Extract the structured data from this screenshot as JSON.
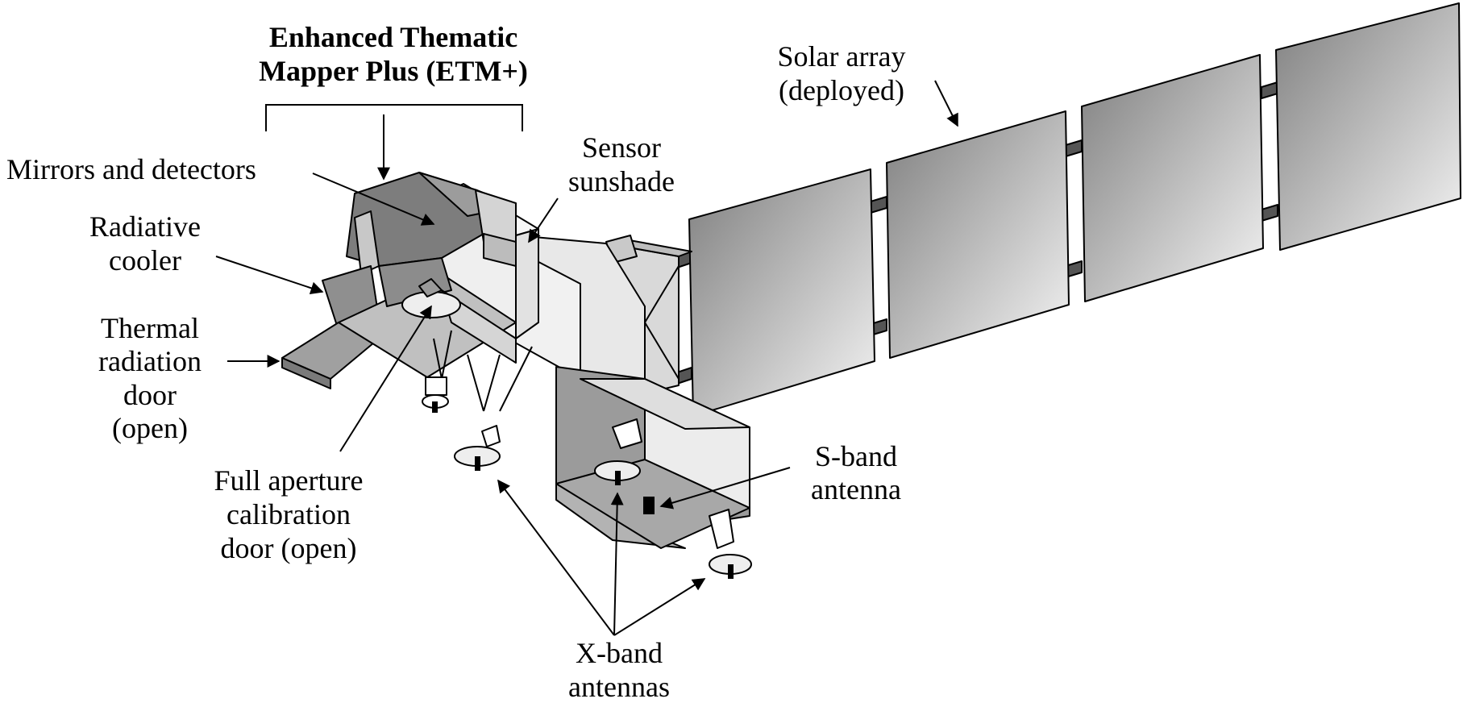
{
  "title": {
    "line1": "Enhanced Thematic",
    "line2": "Mapper Plus (ETM+)"
  },
  "labels": {
    "mirrors": "Mirrors and detectors",
    "radiative": [
      "Radiative",
      "cooler"
    ],
    "thermal": [
      "Thermal",
      "radiation",
      "door",
      "(open)"
    ],
    "full_aperture": [
      "Full aperture",
      "calibration",
      "door (open)"
    ],
    "sensor": [
      "Sensor",
      "sunshade"
    ],
    "solar": [
      "Solar array",
      "(deployed)"
    ],
    "sband": [
      "S-band",
      "antenna"
    ],
    "xband": [
      "X-band",
      "antennas"
    ]
  },
  "colors": {
    "ink": "#000000",
    "background": "#ffffff",
    "panel_dark": "#8a8a8a",
    "panel_light": "#f2f2f2",
    "body_light": "#e6e6e6",
    "body_mid": "#b8b8b8",
    "body_dark": "#8c8c8c"
  }
}
